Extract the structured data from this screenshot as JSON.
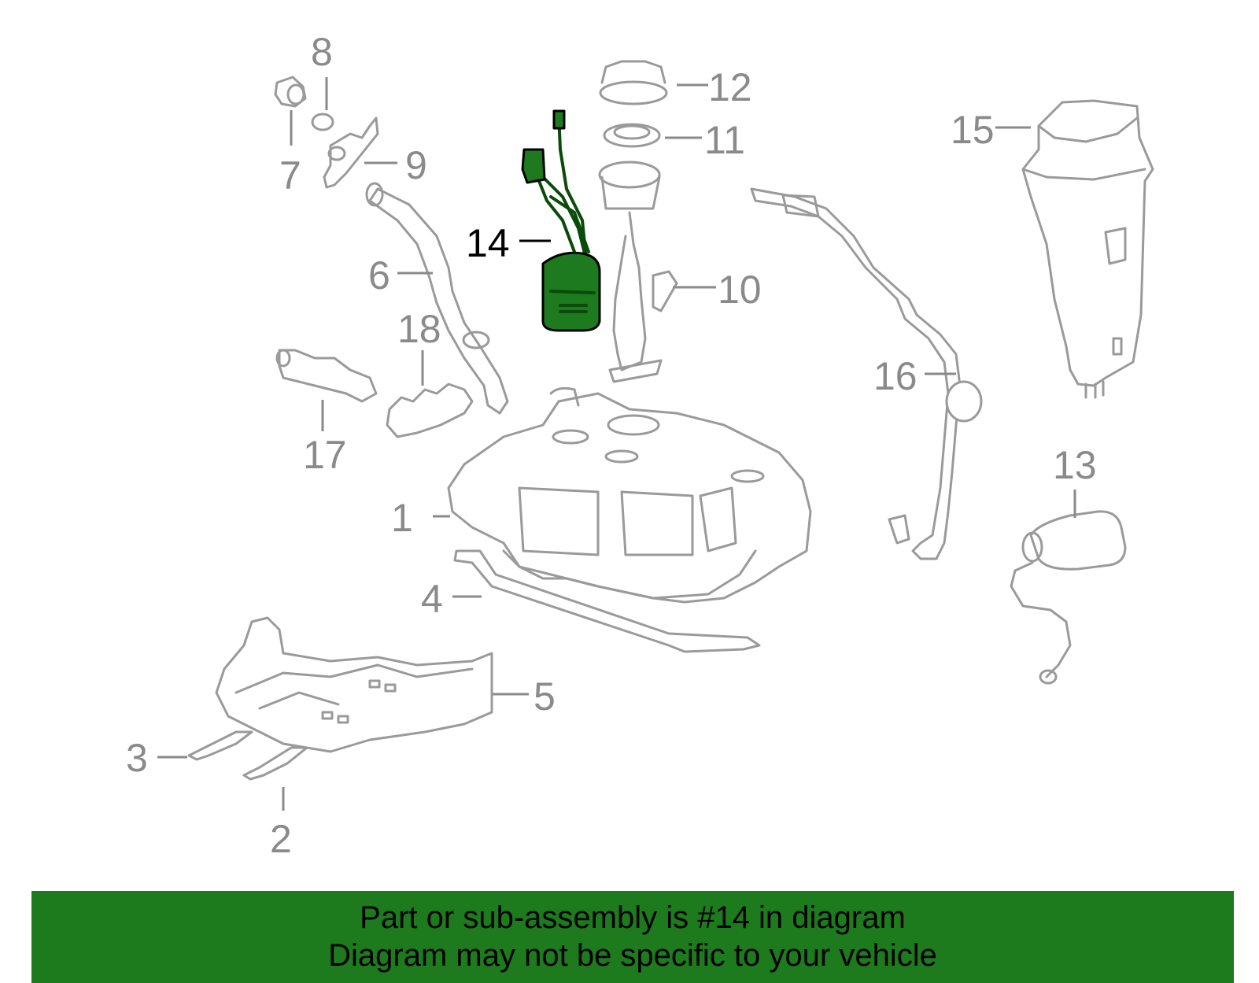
{
  "diagram": {
    "highlight_color": "#1d7a1d",
    "highlighted_part": "14",
    "labels": [
      "1",
      "2",
      "3",
      "4",
      "5",
      "6",
      "7",
      "8",
      "9",
      "10",
      "11",
      "12",
      "13",
      "14",
      "15",
      "16",
      "17",
      "18"
    ]
  },
  "banner": {
    "line1": "Part or sub-assembly is #14 in diagram",
    "line2": "Diagram may not be specific to your vehicle"
  }
}
